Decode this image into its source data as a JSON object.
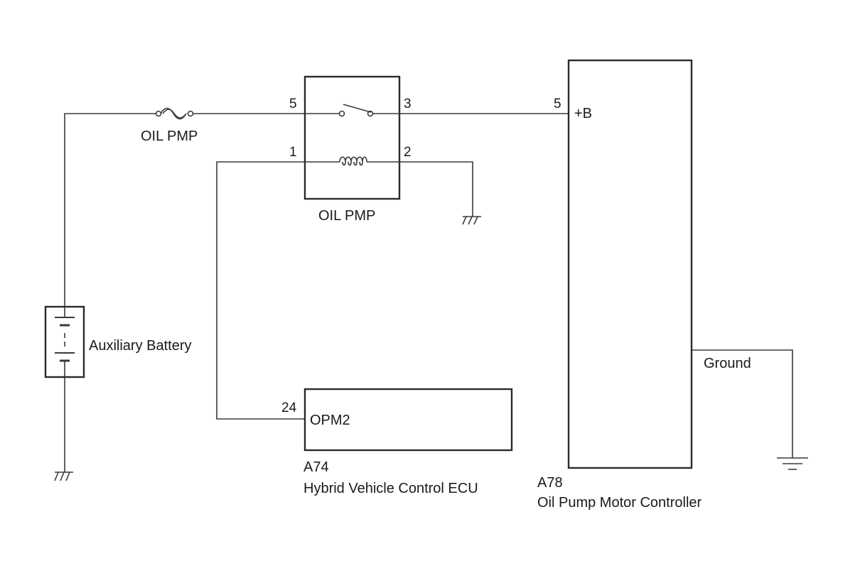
{
  "fuse": {
    "label": "OIL PMP"
  },
  "relay": {
    "label": "OIL PMP",
    "pins": {
      "p5": "5",
      "p3": "3",
      "p1": "1",
      "p2": "2"
    }
  },
  "battery": {
    "label": "Auxiliary Battery"
  },
  "ecu": {
    "code": "A74",
    "name": "Hybrid Vehicle Control ECU",
    "pin_number": "24",
    "pin_name": "OPM2"
  },
  "controller": {
    "code": "A78",
    "name": "Oil Pump Motor Controller",
    "pin_number": "5",
    "pin_name": "+B",
    "ground_label": "Ground"
  },
  "icons": [
    "fuse-icon",
    "relay-switch-icon",
    "relay-coil-icon",
    "chassis-ground-icon",
    "battery-icon",
    "earth-ground-icon"
  ]
}
